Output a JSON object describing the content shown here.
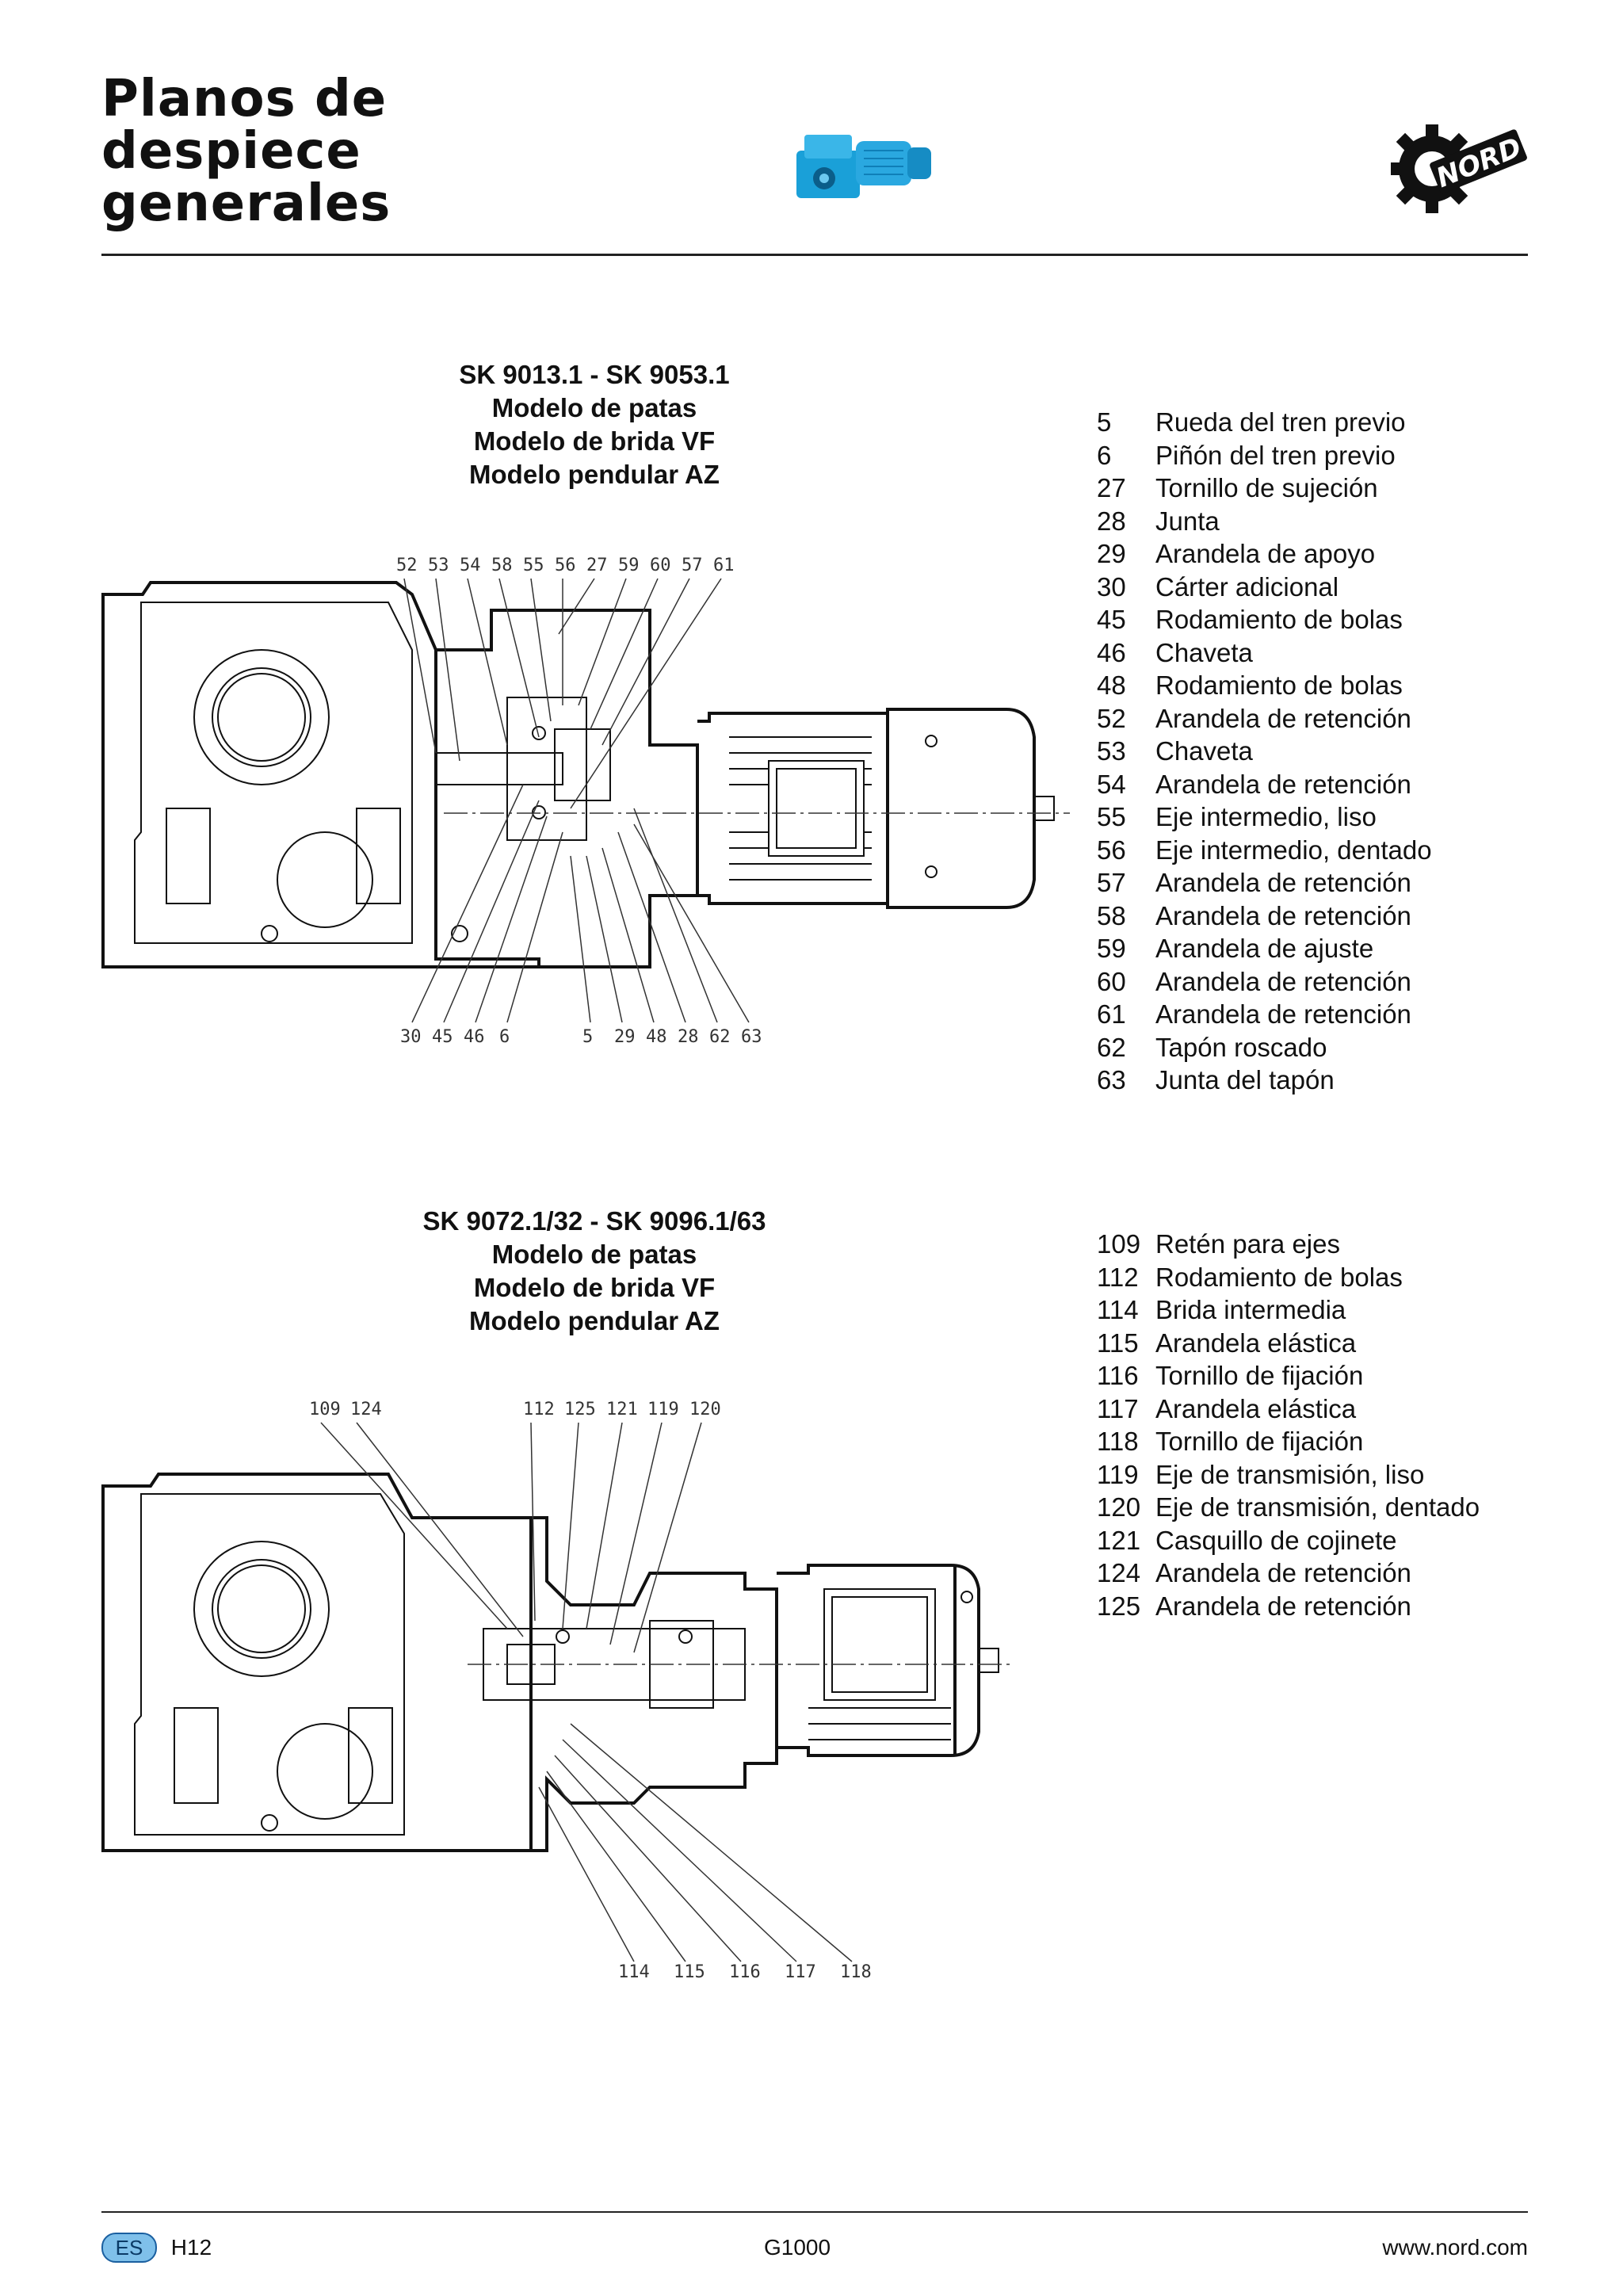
{
  "header": {
    "title_lines": [
      "Planos de",
      "despiece",
      "generales"
    ],
    "logo_text": "NORD"
  },
  "section1": {
    "heading": [
      "SK 9013.1 - SK 9053.1",
      "Modelo de patas",
      "Modelo de brida VF",
      "Modelo pendular AZ"
    ],
    "callouts_top": [
      "52",
      "53",
      "54",
      "58",
      "55",
      "56",
      "27",
      "59",
      "60",
      "57",
      "61"
    ],
    "callouts_bottom": [
      "30",
      "45",
      "46",
      "6",
      "5",
      "29",
      "48",
      "28",
      "62",
      "63"
    ],
    "parts": [
      {
        "num": "5",
        "name": "Rueda del tren previo"
      },
      {
        "num": "6",
        "name": "Piñón del tren previo"
      },
      {
        "num": "27",
        "name": "Tornillo de sujeción"
      },
      {
        "num": "28",
        "name": "Junta"
      },
      {
        "num": "29",
        "name": "Arandela de apoyo"
      },
      {
        "num": "30",
        "name": "Cárter adicional"
      },
      {
        "num": "45",
        "name": "Rodamiento de bolas"
      },
      {
        "num": "46",
        "name": "Chaveta"
      },
      {
        "num": "48",
        "name": "Rodamiento de bolas"
      },
      {
        "num": "52",
        "name": "Arandela de retención"
      },
      {
        "num": "53",
        "name": "Chaveta"
      },
      {
        "num": "54",
        "name": "Arandela de retención"
      },
      {
        "num": "55",
        "name": "Eje intermedio, liso"
      },
      {
        "num": "56",
        "name": "Eje intermedio, dentado"
      },
      {
        "num": "57",
        "name": "Arandela de retención"
      },
      {
        "num": "58",
        "name": "Arandela de retención"
      },
      {
        "num": "59",
        "name": "Arandela de ajuste"
      },
      {
        "num": "60",
        "name": "Arandela de retención"
      },
      {
        "num": "61",
        "name": "Arandela de retención"
      },
      {
        "num": "62",
        "name": "Tapón roscado"
      },
      {
        "num": "63",
        "name": "Junta del tapón"
      }
    ]
  },
  "section2": {
    "heading": [
      "SK 9072.1/32 - SK 9096.1/63",
      "Modelo de patas",
      "Modelo de brida VF",
      "Modelo pendular AZ"
    ],
    "callouts_top": [
      "109",
      "124",
      "112",
      "125",
      "121",
      "119",
      "120"
    ],
    "callouts_bottom": [
      "114",
      "115",
      "116",
      "117",
      "118"
    ],
    "parts": [
      {
        "num": "109",
        "name": "Retén para ejes"
      },
      {
        "num": "112",
        "name": "Rodamiento de bolas"
      },
      {
        "num": "114",
        "name": "Brida intermedia"
      },
      {
        "num": "115",
        "name": "Arandela elástica"
      },
      {
        "num": "116",
        "name": "Tornillo de fijación"
      },
      {
        "num": "117",
        "name": "Arandela elástica"
      },
      {
        "num": "118",
        "name": "Tornillo de fijación"
      },
      {
        "num": "119",
        "name": "Eje de transmisión, liso"
      },
      {
        "num": "120",
        "name": "Eje de transmisión, dentado"
      },
      {
        "num": "121",
        "name": "Casquillo de cojinete"
      },
      {
        "num": "124",
        "name": "Arandela de retención"
      },
      {
        "num": "125",
        "name": "Arandela de retención"
      }
    ]
  },
  "footer": {
    "lang": "ES",
    "page": "H12",
    "doc": "G1000",
    "url": "www.nord.com"
  }
}
